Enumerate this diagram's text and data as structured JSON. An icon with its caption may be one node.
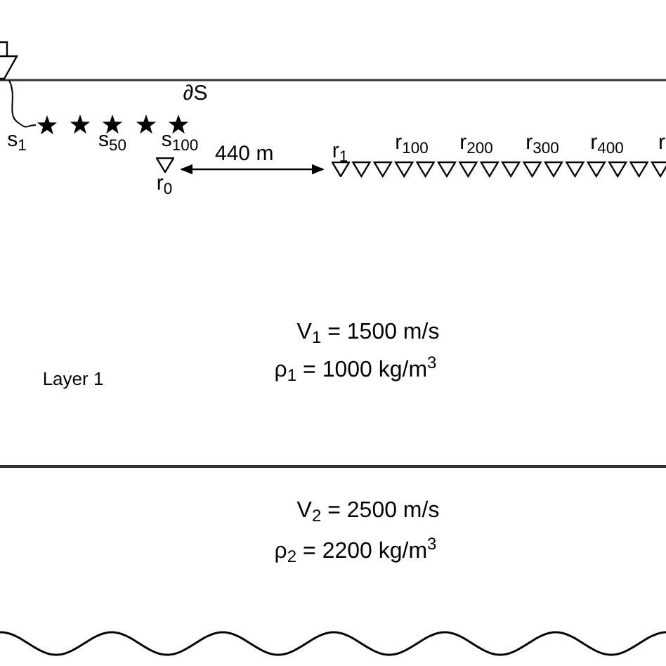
{
  "diagram": {
    "nodes": [
      {
        "text": [
          "r$_{0}$"
        ]
      },
      {
        "text": [
          "r$_{1}$"
        ]
      },
      {
        "text": [],
        "shape": "ship"
      },
      {
        "text": [],
        "shape": "star"
      }
    ],
    "edges": [
      {
        "from": 0,
        "to": 1,
        "arrow": "both",
        "label": "440 m"
      },
      {
        "from": 2,
        "to": 3,
        "arrow": "none"
      }
    ],
    "labels": [
      "∂S",
      "s$_{1}$",
      "s$_{50}$",
      "s$_{100}$",
      "r$_{100}$",
      "r$_{200}$",
      "r$_{300}$",
      "r$_{400}$",
      "r",
      "V$_{1}$ = 1500 m/s",
      "Layer 1",
      "ρ$_{1}$ = 1000 kg/m$^{3}$",
      "V$_{2}$ = 2500 m/s",
      "ρ$_{2}$ = 2200 kg/m$^{3}$"
    ]
  }
}
